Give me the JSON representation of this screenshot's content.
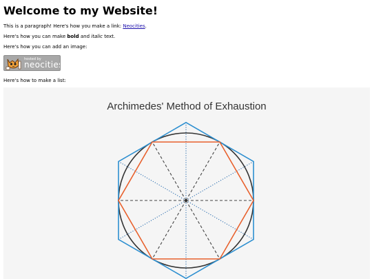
{
  "heading": "Welcome to my Website!",
  "para1": {
    "text": "This is a paragraph! Here's how you make a link: ",
    "link": "Neocities",
    "after": "."
  },
  "para2": {
    "before": "Here's how you can make ",
    "bold": "bold",
    "middle": " and ",
    "italic": "italic",
    "after": " text."
  },
  "para3": "Here's how you can add an image:",
  "badge": {
    "small": "hosted by",
    "big": "neocities",
    "icon": "neocities-cat-icon"
  },
  "para4": "Here's how to make a list:",
  "figure": {
    "title": "Archimedes' Method of Exhaustion",
    "colors": {
      "background": "#f5f5f5",
      "circle": "#333333",
      "outer_hexagon": "#2d8fd0",
      "inner_hexagon": "#e8602c",
      "dashed_lines": "#444444",
      "dotted_lines": "#2d6fb0"
    }
  }
}
